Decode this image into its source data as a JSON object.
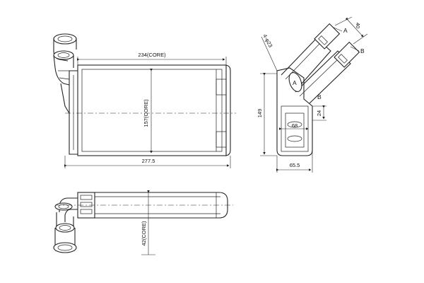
{
  "dimensions": {
    "core_width": "234(CORE)",
    "core_height": "157(CORE)",
    "overall_width": "277.5",
    "core_depth": "42(CORE)",
    "side_height": "149",
    "side_depth": "65.5",
    "inner_width": "68",
    "pipe_offset": "24",
    "pipe_spacing": "40",
    "pipe_diameter": "4-φ23"
  },
  "labels": {
    "port_a_top": "A",
    "port_b_top": "B",
    "port_a_side": "A",
    "port_b_side": "B"
  }
}
